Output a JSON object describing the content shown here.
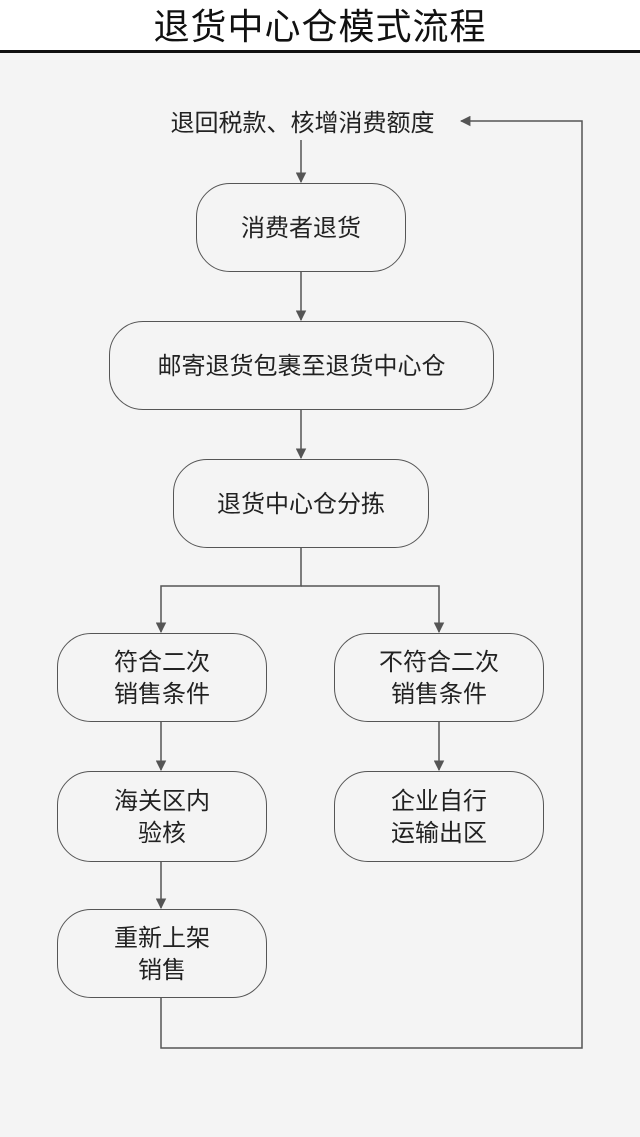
{
  "diagram": {
    "title": "退货中心仓模式流程",
    "feedback_label": "退回税款、核增消费额度",
    "nodes": {
      "consumer_return": {
        "label": "消费者退货"
      },
      "mail_package": {
        "label": "邮寄退货包裹至退货中心仓"
      },
      "sorting": {
        "label": "退货中心仓分拣"
      },
      "qualified": {
        "line1": "符合二次",
        "line2": "销售条件"
      },
      "unqualified": {
        "line1": "不符合二次",
        "line2": "销售条件"
      },
      "customs_check": {
        "line1": "海关区内",
        "line2": "验核"
      },
      "self_ship_out": {
        "line1": "企业自行",
        "line2": "运输出区"
      },
      "relist": {
        "line1": "重新上架",
        "line2": "销售"
      }
    },
    "colors": {
      "background": "#f4f4f4",
      "line": "#555555",
      "text": "#222222"
    }
  }
}
